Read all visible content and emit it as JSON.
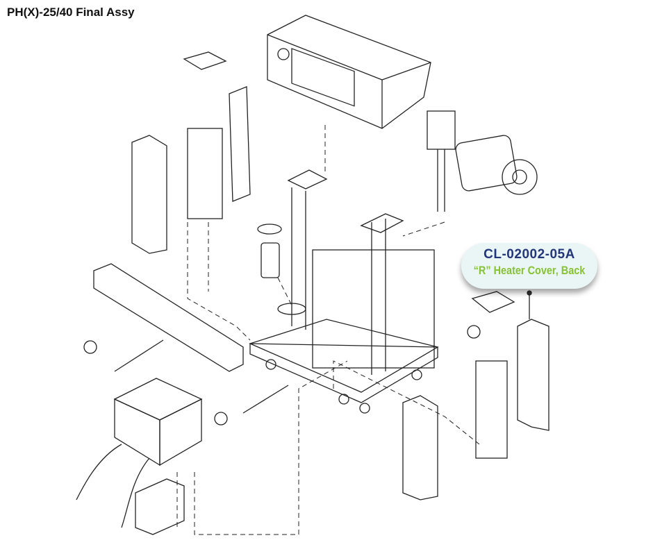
{
  "title": "PH(X)-25/40 Final Assy",
  "callout": {
    "part_number": "CL-02002-05A",
    "description": "“R” Heater Cover, Back",
    "part_color": "#24367a",
    "desc_color": "#86c232"
  }
}
